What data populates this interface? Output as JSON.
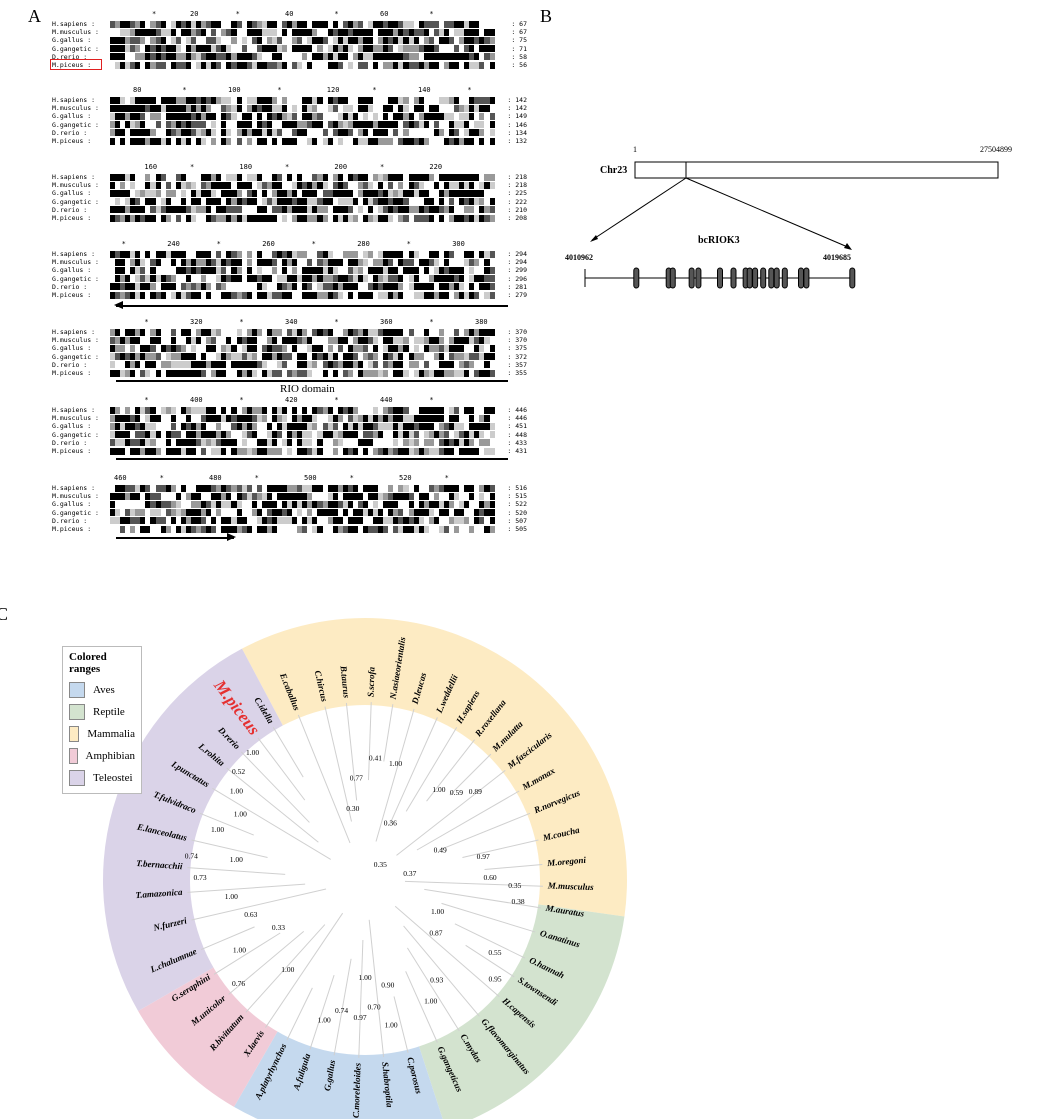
{
  "panels": {
    "a": "A",
    "b": "B",
    "c": "C"
  },
  "alignment": {
    "highlight_species": "M.piceus",
    "blocks": [
      {
        "ticks": [
          {
            "label": "*",
            "pos": 0.1
          },
          {
            "label": "20",
            "pos": 0.2
          },
          {
            "label": "*",
            "pos": 0.32
          },
          {
            "label": "40",
            "pos": 0.45
          },
          {
            "label": "*",
            "pos": 0.58
          },
          {
            "label": "60",
            "pos": 0.7
          },
          {
            "label": "*",
            "pos": 0.83
          }
        ],
        "rows": [
          [
            "H.sapiens",
            "67"
          ],
          [
            "M.musculus",
            "67"
          ],
          [
            "G.gallus",
            "75"
          ],
          [
            "G.gangetic",
            "71"
          ],
          [
            "D.rerio",
            "58"
          ],
          [
            "M.piceus",
            "56"
          ]
        ]
      },
      {
        "ticks": [
          {
            "label": "80",
            "pos": 0.05
          },
          {
            "label": "*",
            "pos": 0.18
          },
          {
            "label": "100",
            "pos": 0.3
          },
          {
            "label": "*",
            "pos": 0.43
          },
          {
            "label": "120",
            "pos": 0.56
          },
          {
            "label": "*",
            "pos": 0.68
          },
          {
            "label": "140",
            "pos": 0.8
          },
          {
            "label": "*",
            "pos": 0.93
          }
        ],
        "rows": [
          [
            "H.sapiens",
            "142"
          ],
          [
            "M.musculus",
            "142"
          ],
          [
            "G.gallus",
            "149"
          ],
          [
            "G.gangetic",
            "146"
          ],
          [
            "D.rerio",
            "134"
          ],
          [
            "M.piceus",
            "132"
          ]
        ]
      },
      {
        "ticks": [
          {
            "label": "160",
            "pos": 0.08
          },
          {
            "label": "*",
            "pos": 0.2
          },
          {
            "label": "180",
            "pos": 0.33
          },
          {
            "label": "*",
            "pos": 0.45
          },
          {
            "label": "200",
            "pos": 0.58
          },
          {
            "label": "*",
            "pos": 0.7
          },
          {
            "label": "220",
            "pos": 0.83
          }
        ],
        "rows": [
          [
            "H.sapiens",
            "218"
          ],
          [
            "M.musculus",
            "218"
          ],
          [
            "G.gallus",
            "225"
          ],
          [
            "G.gangetic",
            "222"
          ],
          [
            "D.rerio",
            "210"
          ],
          [
            "M.piceus",
            "208"
          ]
        ]
      },
      {
        "ticks": [
          {
            "label": "*",
            "pos": 0.02
          },
          {
            "label": "240",
            "pos": 0.14
          },
          {
            "label": "*",
            "pos": 0.27
          },
          {
            "label": "260",
            "pos": 0.39
          },
          {
            "label": "*",
            "pos": 0.52
          },
          {
            "label": "280",
            "pos": 0.64
          },
          {
            "label": "*",
            "pos": 0.77
          },
          {
            "label": "300",
            "pos": 0.89
          }
        ],
        "rows": [
          [
            "H.sapiens",
            "294"
          ],
          [
            "M.musculus",
            "294"
          ],
          [
            "G.gallus",
            "299"
          ],
          [
            "G.gangetic",
            "296"
          ],
          [
            "D.rerio",
            "281"
          ],
          [
            "M.piceus",
            "279"
          ]
        ]
      },
      {
        "ticks": [
          {
            "label": "*",
            "pos": 0.08
          },
          {
            "label": "320",
            "pos": 0.2
          },
          {
            "label": "*",
            "pos": 0.33
          },
          {
            "label": "340",
            "pos": 0.45
          },
          {
            "label": "*",
            "pos": 0.58
          },
          {
            "label": "360",
            "pos": 0.7
          },
          {
            "label": "*",
            "pos": 0.83
          },
          {
            "label": "380",
            "pos": 0.95
          }
        ],
        "rows": [
          [
            "H.sapiens",
            "370"
          ],
          [
            "M.musculus",
            "370"
          ],
          [
            "G.gallus",
            "375"
          ],
          [
            "G.gangetic",
            "372"
          ],
          [
            "D.rerio",
            "357"
          ],
          [
            "M.piceus",
            "355"
          ]
        ]
      },
      {
        "ticks": [
          {
            "label": "*",
            "pos": 0.08
          },
          {
            "label": "400",
            "pos": 0.2
          },
          {
            "label": "*",
            "pos": 0.33
          },
          {
            "label": "420",
            "pos": 0.45
          },
          {
            "label": "*",
            "pos": 0.58
          },
          {
            "label": "440",
            "pos": 0.7
          },
          {
            "label": "*",
            "pos": 0.83
          }
        ],
        "rows": [
          [
            "H.sapiens",
            "446"
          ],
          [
            "M.musculus",
            "446"
          ],
          [
            "G.gallus",
            "451"
          ],
          [
            "G.gangetic",
            "448"
          ],
          [
            "D.rerio",
            "433"
          ],
          [
            "M.piceus",
            "431"
          ]
        ]
      },
      {
        "ticks": [
          {
            "label": "460",
            "pos": 0.0
          },
          {
            "label": "*",
            "pos": 0.12
          },
          {
            "label": "480",
            "pos": 0.25
          },
          {
            "label": "*",
            "pos": 0.37
          },
          {
            "label": "500",
            "pos": 0.5
          },
          {
            "label": "*",
            "pos": 0.62
          },
          {
            "label": "520",
            "pos": 0.75
          },
          {
            "label": "*",
            "pos": 0.87
          }
        ],
        "rows": [
          [
            "H.sapiens",
            "516"
          ],
          [
            "M.musculus",
            "515"
          ],
          [
            "G.gallus",
            "522"
          ],
          [
            "G.gangetic",
            "520"
          ],
          [
            "D.rerio",
            "507"
          ],
          [
            "M.piceus",
            "505"
          ]
        ]
      }
    ],
    "domain_label": "RIO domain"
  },
  "gene": {
    "chr_label": "Chr23",
    "chr_start": "1",
    "chr_end": "27504899",
    "gene_name": "bcRIOK3",
    "gene_start": "4010962",
    "gene_end": "4019685",
    "exons": [
      0.19,
      0.31,
      0.325,
      0.395,
      0.42,
      0.5,
      0.55,
      0.595,
      0.61,
      0.63,
      0.66,
      0.69,
      0.71,
      0.74,
      0.8,
      0.82,
      0.99
    ]
  },
  "tree": {
    "legend_title": "Colored ranges",
    "groups": [
      {
        "name": "Aves",
        "color": "#c5d9ee"
      },
      {
        "name": "Reptile",
        "color": "#d3e3cf"
      },
      {
        "name": "Mammalia",
        "color": "#fdebc3"
      },
      {
        "name": "Amphibian",
        "color": "#f1cbd7"
      },
      {
        "name": "Teleostei",
        "color": "#dad3e8"
      }
    ],
    "sectors": [
      {
        "group": "Mammalia",
        "from": -118,
        "to": 8
      },
      {
        "group": "Reptile",
        "from": 8,
        "to": 72
      },
      {
        "group": "Aves",
        "from": 72,
        "to": 120
      },
      {
        "group": "Amphibian",
        "from": 120,
        "to": 150
      },
      {
        "group": "Teleostei",
        "from": 150,
        "to": 242
      }
    ],
    "highlight": "M.piceus",
    "leaves": [
      {
        "name": "E.caballus",
        "angle": -112
      },
      {
        "name": "C.hircus",
        "angle": -103
      },
      {
        "name": "B.taurus",
        "angle": -96
      },
      {
        "name": "S.scrofa",
        "angle": -88
      },
      {
        "name": "N.asiaeorientalis",
        "angle": -81
      },
      {
        "name": "D.leucas",
        "angle": -74
      },
      {
        "name": "L.weddellii",
        "angle": -66
      },
      {
        "name": "H.sapiens",
        "angle": -59
      },
      {
        "name": "R.roxellana",
        "angle": -52
      },
      {
        "name": "M.mulatta",
        "angle": -45
      },
      {
        "name": "M.fascicularis",
        "angle": -38
      },
      {
        "name": "M.monax",
        "angle": -30
      },
      {
        "name": "R.norvegicus",
        "angle": -22
      },
      {
        "name": "M.coucha",
        "angle": -13
      },
      {
        "name": "M.oregoni",
        "angle": -5
      },
      {
        "name": "M.musculus",
        "angle": 2
      },
      {
        "name": "M.auratus",
        "angle": 9
      },
      {
        "name": "O.anatinus",
        "angle": 17
      },
      {
        "name": "O.hannah",
        "angle": 26
      },
      {
        "name": "S.townsendi",
        "angle": 33
      },
      {
        "name": "H.capensis",
        "angle": 41
      },
      {
        "name": "G.flavomarginatus",
        "angle": 50
      },
      {
        "name": "C.mydas",
        "angle": 58
      },
      {
        "name": "G.gangeticus",
        "angle": 66
      },
      {
        "name": "C.porosus",
        "angle": 76
      },
      {
        "name": "S.habroptila",
        "angle": 84
      },
      {
        "name": "C.moreleloides",
        "angle": 92
      },
      {
        "name": "G.gallus",
        "angle": 100
      },
      {
        "name": "A.fuligula",
        "angle": 108
      },
      {
        "name": "A.platyrhynchos",
        "angle": 116
      },
      {
        "name": "X.laevis",
        "angle": 124
      },
      {
        "name": "R.bivittatum",
        "angle": 132
      },
      {
        "name": "M.unicolor",
        "angle": 140
      },
      {
        "name": "G.seraphini",
        "angle": 148
      },
      {
        "name": "L.chalumnae",
        "angle": 157
      },
      {
        "name": "N.furzeri",
        "angle": 167
      },
      {
        "name": "T.amazonica",
        "angle": 176
      },
      {
        "name": "T.bernacchii",
        "angle": 184
      },
      {
        "name": "E.lanceolatus",
        "angle": 193
      },
      {
        "name": "T.fulvidraco",
        "angle": 202
      },
      {
        "name": "I.punctatus",
        "angle": 211
      },
      {
        "name": "L.rohita",
        "angle": 219
      },
      {
        "name": "D.rerio",
        "angle": 226
      },
      {
        "name": "M.piceus",
        "angle": 233
      },
      {
        "name": "C.idella",
        "angle": 239
      }
    ],
    "bootstrap": [
      {
        "v": "0.77",
        "r": 100,
        "a": -95
      },
      {
        "v": "0.41",
        "r": 120,
        "a": -85
      },
      {
        "v": "1.00",
        "r": 118,
        "a": -75
      },
      {
        "v": "0.30",
        "r": 70,
        "a": -100
      },
      {
        "v": "0.36",
        "r": 60,
        "a": -65
      },
      {
        "v": "1.00",
        "r": 115,
        "a": -50
      },
      {
        "v": "0.59",
        "r": 125,
        "a": -43
      },
      {
        "v": "0.89",
        "r": 140,
        "a": -38
      },
      {
        "v": "0.49",
        "r": 80,
        "a": -20
      },
      {
        "v": "0.97",
        "r": 120,
        "a": -10
      },
      {
        "v": "0.60",
        "r": 125,
        "a": 0
      },
      {
        "v": "0.35",
        "r": 150,
        "a": 3
      },
      {
        "v": "0.38",
        "r": 155,
        "a": 9
      },
      {
        "v": "0.35",
        "r": 20,
        "a": -40
      },
      {
        "v": "0.37",
        "r": 45,
        "a": -5
      },
      {
        "v": "1.00",
        "r": 80,
        "a": 25
      },
      {
        "v": "0.87",
        "r": 90,
        "a": 38
      },
      {
        "v": "0.55",
        "r": 150,
        "a": 30
      },
      {
        "v": "0.95",
        "r": 165,
        "a": 38
      },
      {
        "v": "0.93",
        "r": 125,
        "a": 55
      },
      {
        "v": "1.00",
        "r": 140,
        "a": 62
      },
      {
        "v": "1.00",
        "r": 100,
        "a": 90
      },
      {
        "v": "0.90",
        "r": 110,
        "a": 78
      },
      {
        "v": "0.70",
        "r": 130,
        "a": 86
      },
      {
        "v": "0.97",
        "r": 140,
        "a": 92
      },
      {
        "v": "1.00",
        "r": 150,
        "a": 80
      },
      {
        "v": "0.74",
        "r": 135,
        "a": 100
      },
      {
        "v": "1.00",
        "r": 148,
        "a": 106
      },
      {
        "v": "1.00",
        "r": 120,
        "a": 130
      },
      {
        "v": "0.33",
        "r": 100,
        "a": 150
      },
      {
        "v": "0.76",
        "r": 165,
        "a": 140
      },
      {
        "v": "1.00",
        "r": 145,
        "a": 150
      },
      {
        "v": "0.63",
        "r": 120,
        "a": 162
      },
      {
        "v": "1.00",
        "r": 135,
        "a": 172
      },
      {
        "v": "0.73",
        "r": 165,
        "a": 180
      },
      {
        "v": "0.74",
        "r": 175,
        "a": 187
      },
      {
        "v": "1.00",
        "r": 130,
        "a": 188
      },
      {
        "v": "1.00",
        "r": 155,
        "a": 198
      },
      {
        "v": "1.00",
        "r": 140,
        "a": 207
      },
      {
        "v": "1.00",
        "r": 155,
        "a": 214
      },
      {
        "v": "0.52",
        "r": 165,
        "a": 220
      },
      {
        "v": "1.00",
        "r": 168,
        "a": 228
      }
    ]
  }
}
